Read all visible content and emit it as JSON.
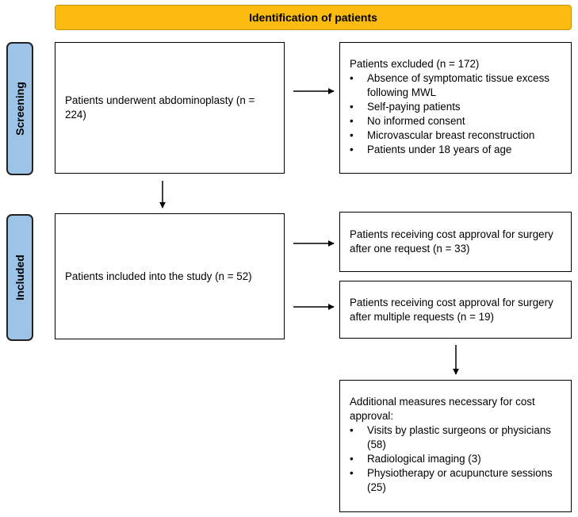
{
  "header": {
    "title": "Identification of patients"
  },
  "side_labels": {
    "screening": "Screening",
    "included": "Included"
  },
  "screening_box": {
    "text": "Patients underwent abdominoplasty (n = 224)"
  },
  "excluded_box": {
    "title": "Patients excluded (n = 172)",
    "items": [
      "Absence of symptomatic tissue excess following MWL",
      "Self-paying patients",
      "No informed consent",
      "Microvascular breast reconstruction",
      "Patients under 18 years of age"
    ]
  },
  "included_box": {
    "text": "Patients included into the study (n = 52)"
  },
  "one_request_box": {
    "text": "Patients receiving cost approval for surgery after one request (n = 33)"
  },
  "multiple_requests_box": {
    "text": "Patients receiving cost approval for surgery after multiple requests (n = 19)"
  },
  "measures_box": {
    "title": "Additional measures necessary for cost approval:",
    "items": [
      "Visits by plastic surgeons or physicians (58)",
      "Radiological imaging (3)",
      "Physiotherapy or acupuncture sessions (25)"
    ]
  },
  "colors": {
    "header_fill": "#fbbb10",
    "side_label_fill": "#9dc3e6",
    "line": "#000000"
  }
}
